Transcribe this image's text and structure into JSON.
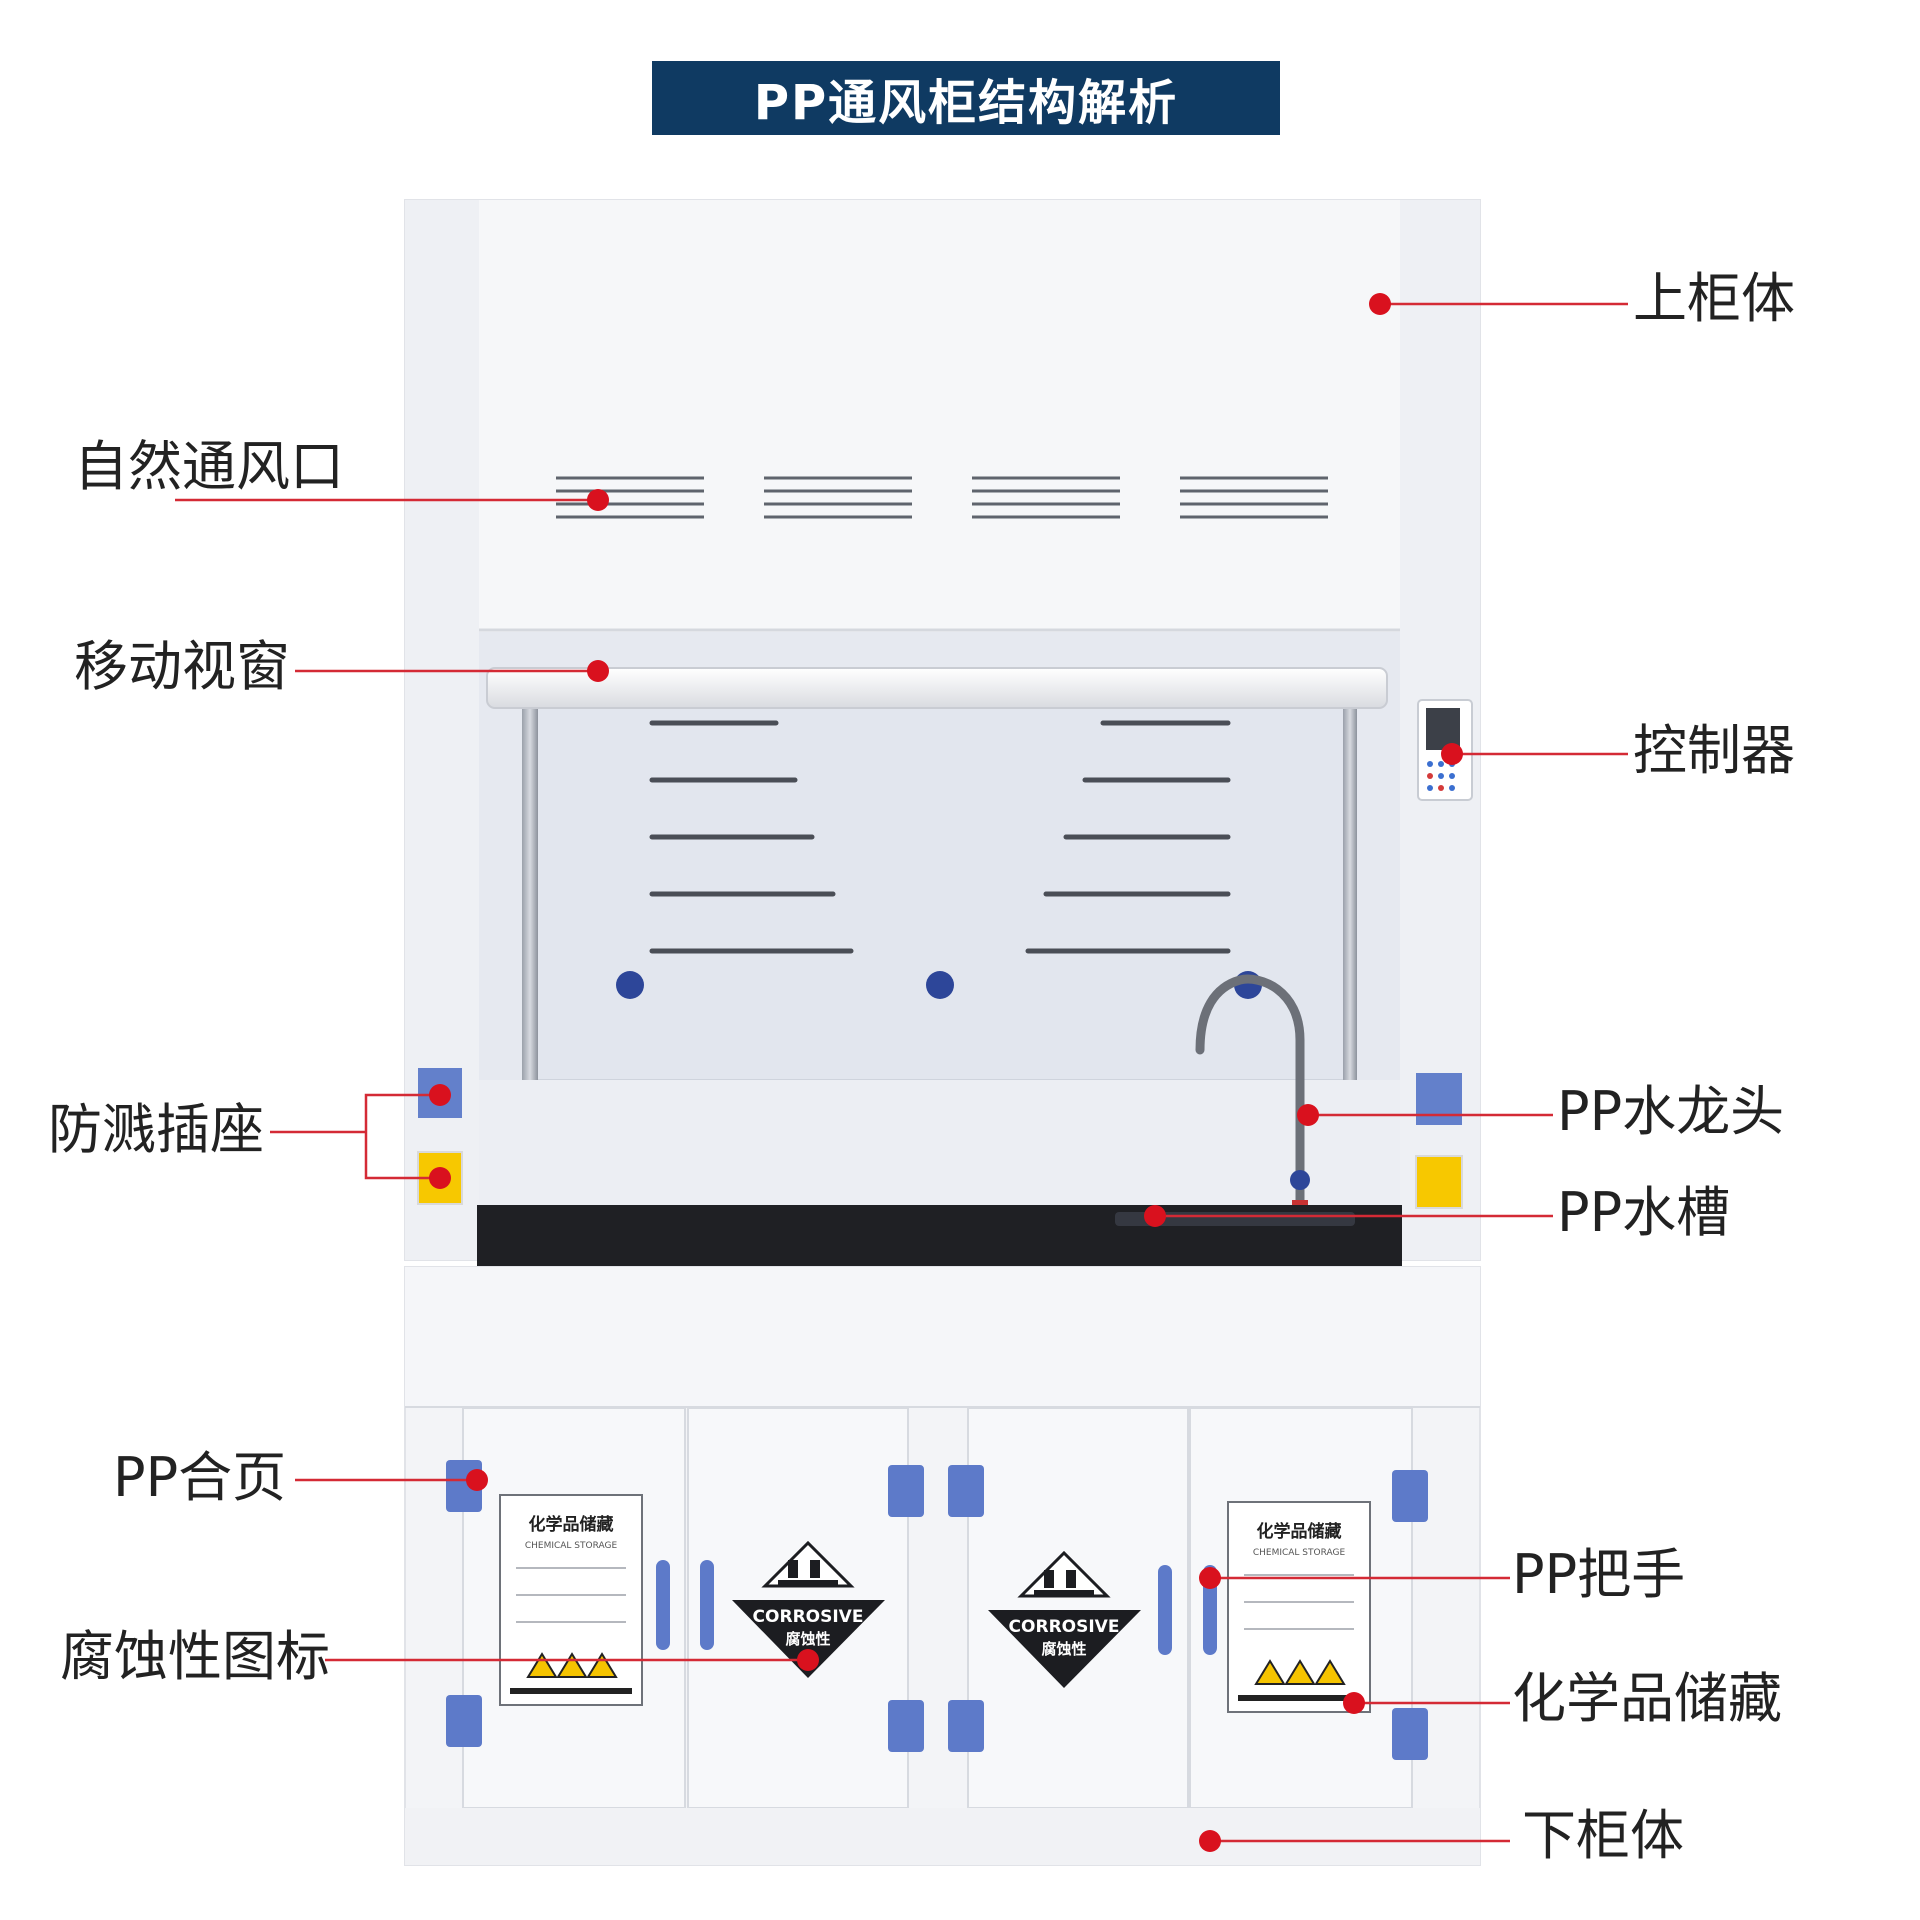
{
  "title": "PP通风柜结构解析",
  "colors": {
    "banner": "#0f3a62",
    "callout_line": "#d42a35",
    "callout_dot": "#d9111e",
    "cabinet_white": "#f4f5f8",
    "worktop_black": "#1f2024",
    "hinge_blue": "#5d7ac9",
    "socket_yellow": "#f7c800"
  },
  "callouts": {
    "upper_cabinet": "上柜体",
    "natural_vent": "自然通风口",
    "sliding_sash": "移动视窗",
    "controller": "控制器",
    "splashproof_socket": "防溅插座",
    "pp_faucet": "PP水龙头",
    "pp_sink": "PP水槽",
    "pp_hinge": "PP合页",
    "pp_handle": "PP把手",
    "corrosive_icon": "腐蚀性图标",
    "chemical_storage": "化学品储藏",
    "lower_cabinet": "下柜体"
  },
  "signs": {
    "corrosive_en": "CORROSIVE",
    "corrosive_cn": "腐蚀性",
    "chem_title": "化学品储藏",
    "chem_sub": "CHEMICAL STORAGE"
  }
}
